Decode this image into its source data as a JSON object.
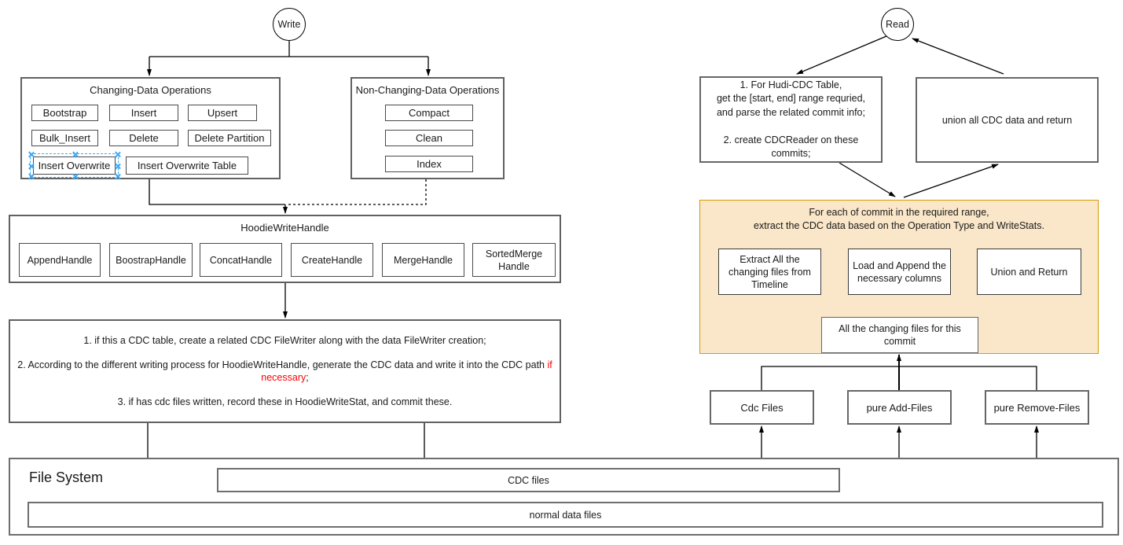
{
  "write_flow": {
    "entry_label": "Write",
    "changing_ops": {
      "title": "Changing-Data Operations",
      "buttons": [
        "Bootstrap",
        "Insert",
        "Upsert",
        "Bulk_Insert",
        "Delete",
        "Delete Partition",
        "Insert  Overwrite",
        "Insert  Overwrite Table"
      ]
    },
    "non_changing_ops": {
      "title": "Non-Changing-Data Operations",
      "buttons": [
        "Compact",
        "Clean",
        "Index"
      ]
    },
    "hoodie_write_handle": {
      "title": "HoodieWriteHandle",
      "handles": [
        "AppendHandle",
        "BoostrapHandle",
        "ConcatHandle",
        "CreateHandle",
        "MergeHandle",
        "SortedMerge\nHandle"
      ]
    },
    "write_steps": {
      "step1": "1. if this a CDC table, create a related CDC FileWriter along with the data FileWriter creation;",
      "step2_prefix": "2. According to the different writing process for HoodieWriteHandle, generate the CDC data and write it into the CDC path ",
      "step2_highlight": "if necessary",
      "step2_suffix": ";",
      "step3": "3. if has cdc files written, record these in HoodieWriteStat, and commit these."
    }
  },
  "read_flow": {
    "entry_label": "Read",
    "prepare_box": "1. For Hudi-CDC Table,\nget the [start, end] range requried,\nand parse the related commit info;\n\n2. create CDCReader on these\ncommits;",
    "union_box": "union all CDC data and return",
    "per_commit": {
      "title": "For each of commit in the required range,\nextract the CDC data based on the Operation Type and WriteStats.",
      "extract_box": "Extract All the\nchanging files from\nTimeline",
      "load_box": "Load and Append the\nnecessary columns",
      "union_return_box": "Union and Return",
      "changing_files_box": "All the changing files for this\ncommit"
    },
    "file_tiers": [
      "Cdc Files",
      "pure Add-Files",
      "pure Remove-Files"
    ]
  },
  "file_system": {
    "title": "File System",
    "cdc_files_label": "CDC files",
    "normal_files_label": "normal data files"
  },
  "colors": {
    "highlight_red": "#ff0000",
    "orange_fill": "#fae6c8",
    "orange_stroke": "#d79b00",
    "selection_blue": "#3fa9f5",
    "box_border": "#666666"
  }
}
